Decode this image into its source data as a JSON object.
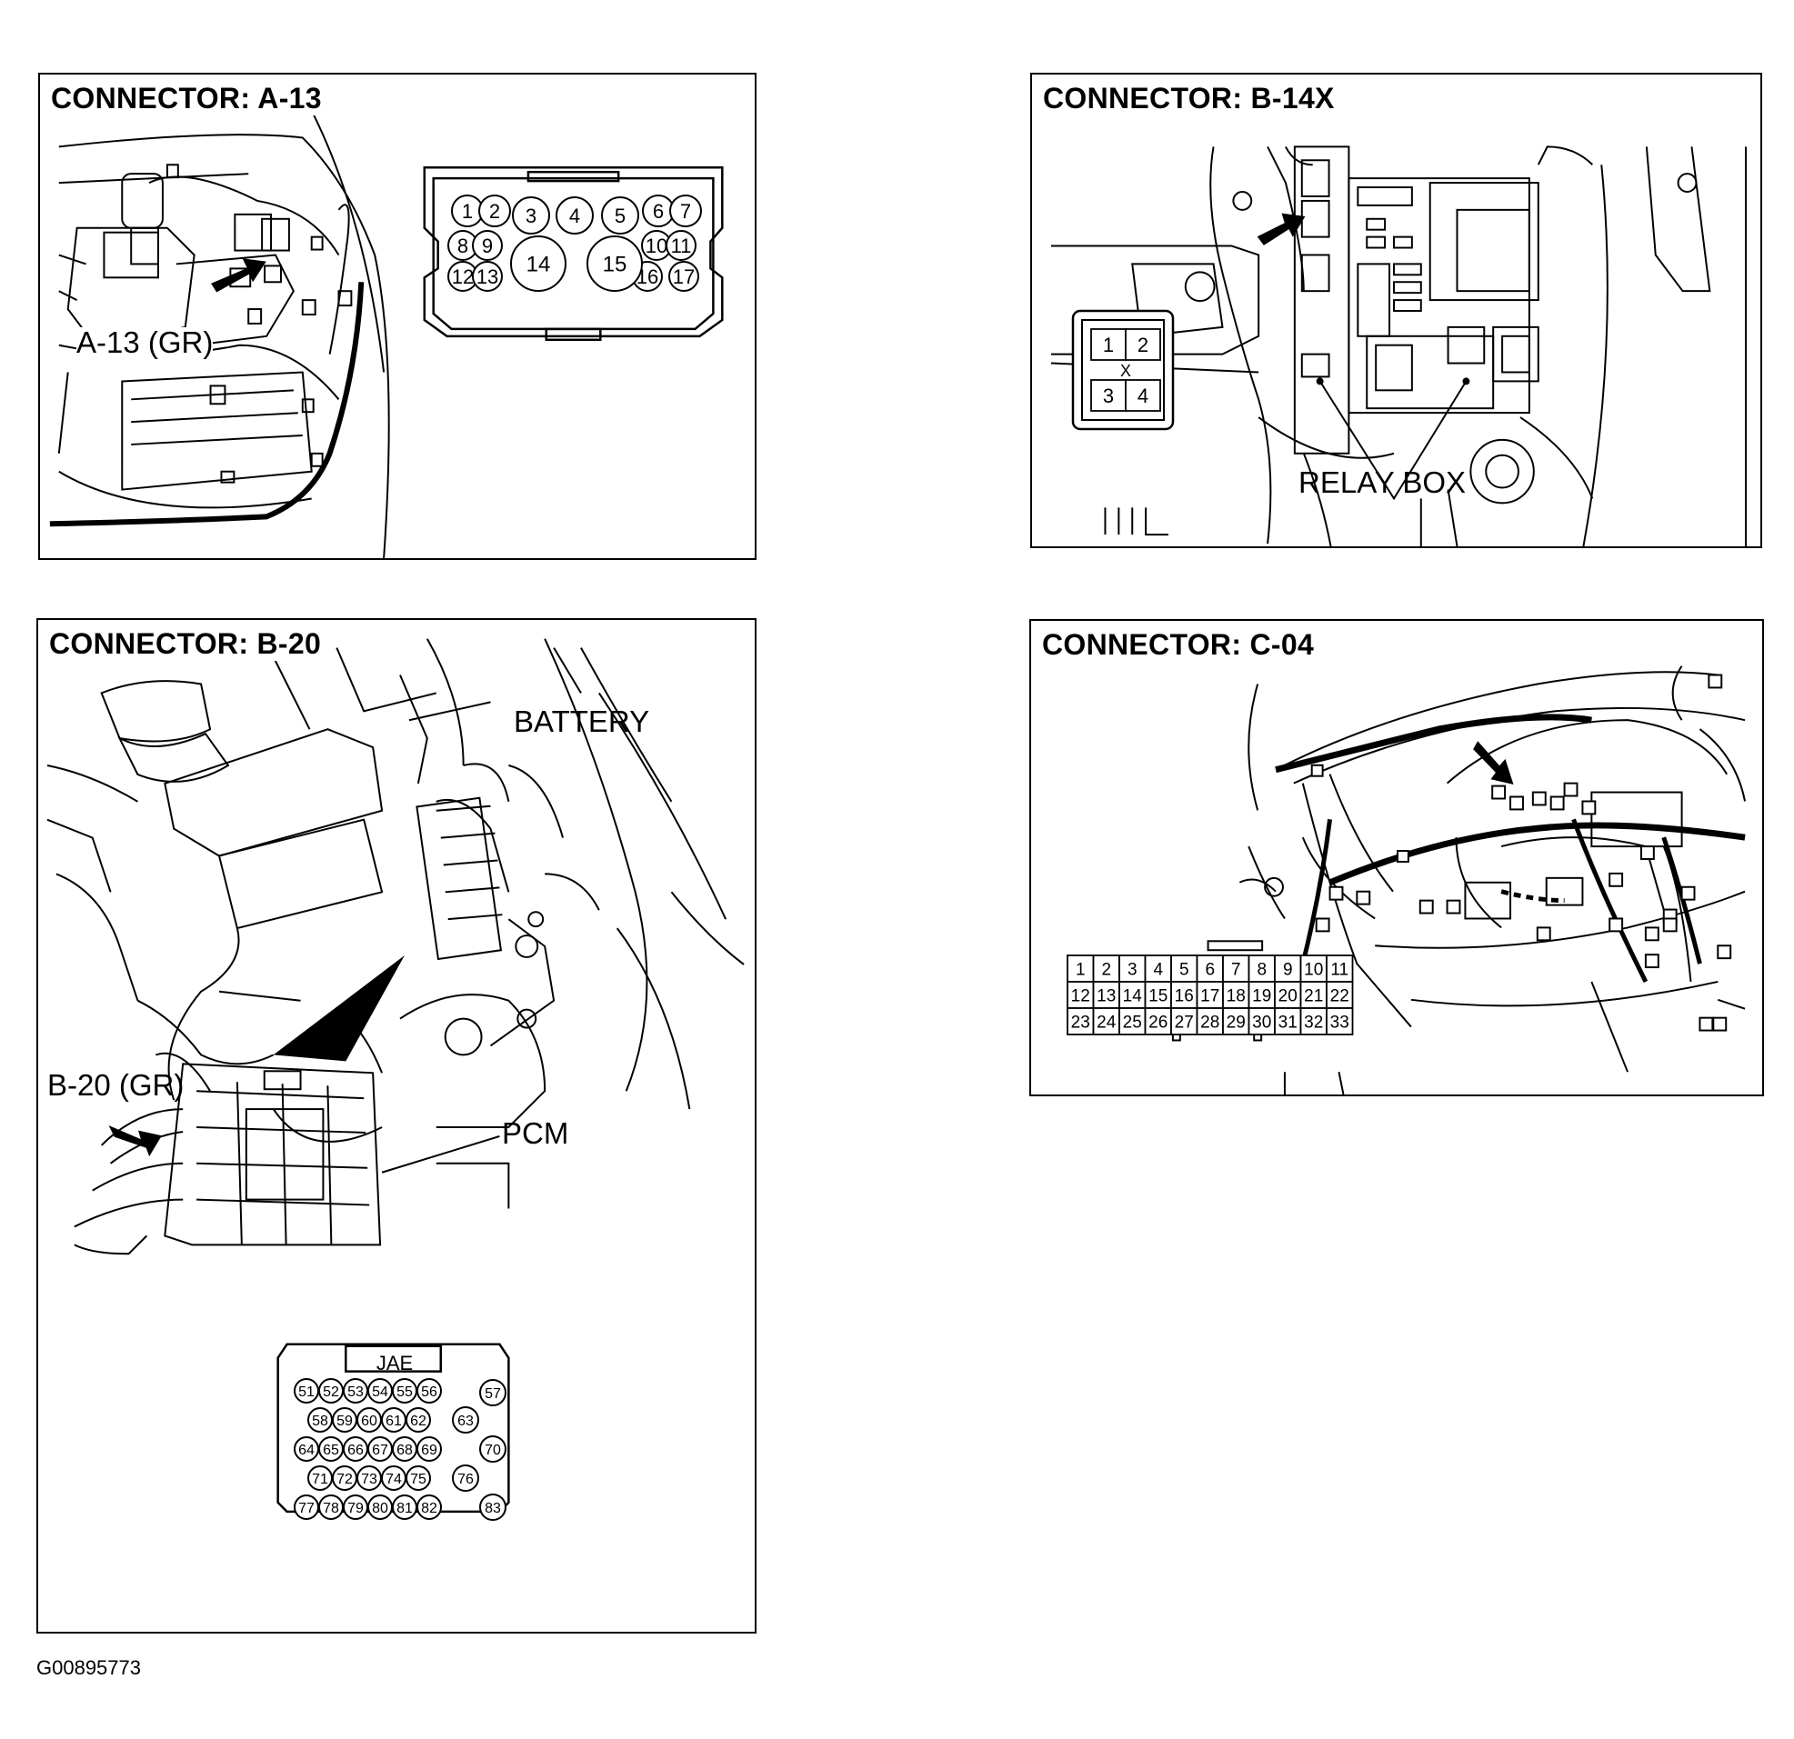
{
  "panels": {
    "a13": {
      "title": "CONNECTOR: A-13",
      "callout": "A-13 (GR)",
      "pins": [
        "1",
        "2",
        "3",
        "4",
        "5",
        "6",
        "7",
        "8",
        "9",
        "10",
        "11",
        "12",
        "13",
        "14",
        "15",
        "16",
        "17"
      ]
    },
    "b14x": {
      "title": "CONNECTOR: B-14X",
      "callout": "RELAY BOX",
      "pins": [
        "1",
        "2",
        "3",
        "4"
      ],
      "center_mark": "X"
    },
    "b20": {
      "title": "CONNECTOR: B-20",
      "callouts": {
        "battery": "BATTERY",
        "connector": "B-20 (GR)",
        "pcm": "PCM"
      },
      "maker": "JAE",
      "pins": [
        "51",
        "52",
        "53",
        "54",
        "55",
        "56",
        "57",
        "58",
        "59",
        "60",
        "61",
        "62",
        "63",
        "64",
        "65",
        "66",
        "67",
        "68",
        "69",
        "70",
        "71",
        "72",
        "73",
        "74",
        "75",
        "76",
        "77",
        "78",
        "79",
        "80",
        "81",
        "82",
        "83"
      ]
    },
    "c04": {
      "title": "CONNECTOR: C-04",
      "pins": [
        "1",
        "2",
        "3",
        "4",
        "5",
        "6",
        "7",
        "8",
        "9",
        "10",
        "11",
        "12",
        "13",
        "14",
        "15",
        "16",
        "17",
        "18",
        "19",
        "20",
        "21",
        "22",
        "23",
        "24",
        "25",
        "26",
        "27",
        "28",
        "29",
        "30",
        "31",
        "32",
        "33"
      ]
    }
  },
  "figure_id": "G00895773"
}
